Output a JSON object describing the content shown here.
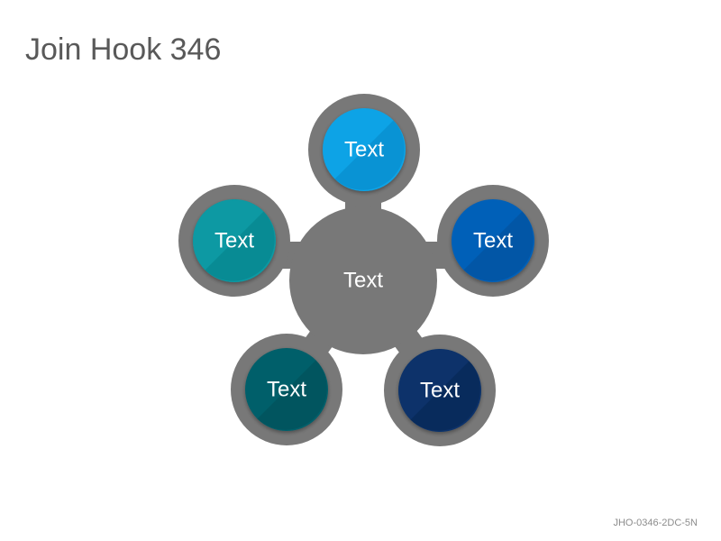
{
  "slide": {
    "title": "Join Hook 346",
    "footer_code": "JHO-0346-2DC-5N"
  },
  "diagram": {
    "center": {
      "label": "Text",
      "color": "#787878"
    },
    "outer_ring_color": "#787878",
    "nodes": [
      {
        "label": "Text",
        "color": "#0aa3e6",
        "shade": "#0786c4"
      },
      {
        "label": "Text",
        "color": "#0460b8",
        "shade": "#034e98"
      },
      {
        "label": "Text",
        "color": "#08326a",
        "shade": "#062650"
      },
      {
        "label": "Text",
        "color": "#035e6a",
        "shade": "#024c56"
      },
      {
        "label": "Text",
        "color": "#0799a3",
        "shade": "#057f88"
      }
    ]
  }
}
